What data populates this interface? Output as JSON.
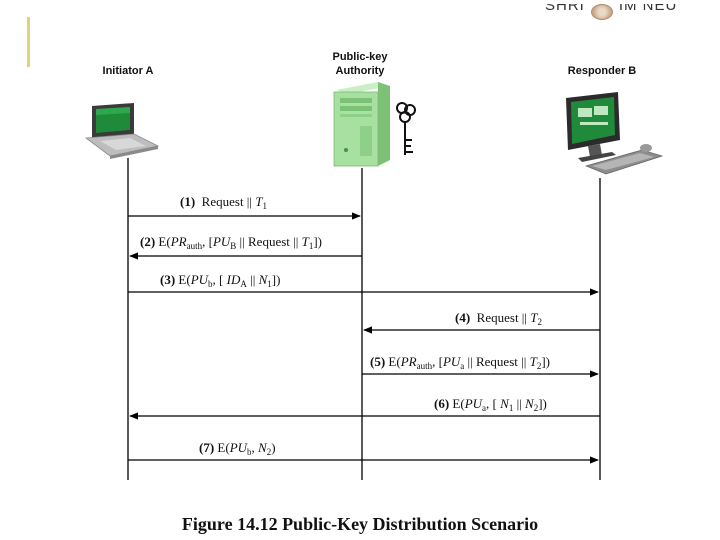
{
  "header": {
    "logo_text": "SHRI",
    "logo_text_2": "IM NEU"
  },
  "actors": {
    "a": "Initiator A",
    "pka_line1": "Public-key",
    "pka_line2": "Authority",
    "b": "Responder B"
  },
  "icons": {
    "initiator": "laptop-icon",
    "authority": "server-icon",
    "key": "key-icon",
    "responder": "desktop-computer-icon"
  },
  "messages": [
    {
      "num": "(1)",
      "pre": "Request || ",
      "var": "T",
      "sub": "1",
      "post": "",
      "direction": "A → Authority"
    },
    {
      "num": "(2)",
      "text": "E(PR_auth, [PU_B || Request || T_1])",
      "direction": "Authority → A"
    },
    {
      "num": "(3)",
      "text": "E(PU_b, [ ID_A || N_1])",
      "direction": "A → B"
    },
    {
      "num": "(4)",
      "pre": "Request || ",
      "var": "T",
      "sub": "2",
      "post": "",
      "direction": "B → Authority"
    },
    {
      "num": "(5)",
      "text": "E(PR_auth, [PU_a || Request || T_2])",
      "direction": "Authority → B"
    },
    {
      "num": "(6)",
      "text": "E(PU_a, [ N_1 || N_2])",
      "direction": "B → A"
    },
    {
      "num": "(7)",
      "text": "E(PU_b, N_2)",
      "direction": "A → B"
    }
  ],
  "msg_parts": {
    "m1": {
      "pre": "Request || "
    },
    "m2": {
      "a": "E(",
      "b": "PR",
      "c": "auth",
      "d": ", [",
      "e": "PU",
      "f": "B",
      "g": " || Request || ",
      "h": "T",
      "i": "1",
      "j": "])"
    },
    "m3": {
      "a": "E(",
      "b": "PU",
      "c": "b",
      "d": ", [ ",
      "e": "ID",
      "f": "A",
      "g": " || ",
      "h": "N",
      "i": "1",
      "j": "])"
    },
    "m4": {
      "pre": "Request || "
    },
    "m5": {
      "a": "E(",
      "b": "PR",
      "c": "auth",
      "d": ", [",
      "e": "PU",
      "f": "a",
      "g": " || Request || ",
      "h": "T",
      "i": "2",
      "j": "])"
    },
    "m6": {
      "a": "E(",
      "b": "PU",
      "c": "a",
      "d": ", [ ",
      "e": "N",
      "f": "1",
      "g": " || ",
      "h": "N",
      "i": "2",
      "j": "])"
    },
    "m7": {
      "a": "E(",
      "b": "PU",
      "c": "b",
      "d": ", ",
      "e": "N",
      "f": "2",
      "g": ")"
    }
  },
  "caption": "Figure 14.12  Public-Key Distribution Scenario",
  "colors": {
    "slide_accent": "#e3d27a",
    "server_green": "#9fdc9a",
    "screen_green": "#1f8a3a",
    "lines": "#000000"
  }
}
